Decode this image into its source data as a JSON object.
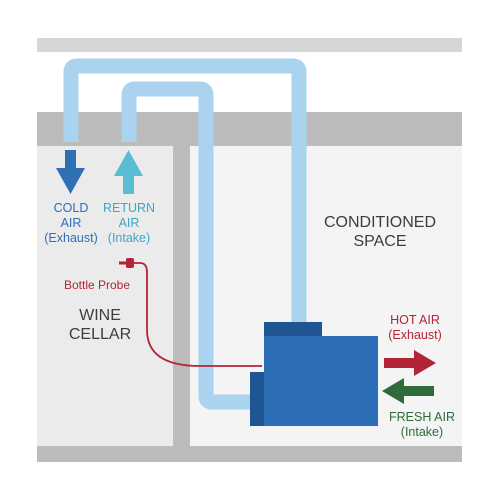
{
  "labels": {
    "cold_air": "COLD",
    "cold_air_2": "AIR",
    "cold_air_3": "(Exhaust)",
    "return_air": "RETURN",
    "return_air_2": "AIR",
    "return_air_3": "(Intake)",
    "conditioned_space": "CONDITIONED",
    "conditioned_space_2": "SPACE",
    "bottle_probe": "Bottle Probe",
    "wine_cellar": "WINE",
    "wine_cellar_2": "CELLAR",
    "hot_air": "HOT AIR",
    "hot_air_2": "(Exhaust)",
    "fresh_air": "FRESH AIR",
    "fresh_air_2": "(Intake)"
  },
  "colors": {
    "wall": "#bcbcbc",
    "wall_light": "#d6d6d6",
    "cellar_bg": "#ebebeb",
    "space_bg": "#f4f4f4",
    "duct": "#a9d3ee",
    "cold_arrow": "#2f6fb3",
    "return_arrow": "#5bbcd6",
    "unit_body": "#2c6fb6",
    "unit_dark": "#1e5592",
    "probe_wire": "#b32437",
    "hot_arrow": "#b32437",
    "fresh_arrow": "#2f6b3a"
  },
  "icons": [
    "cold-air-down-arrow-icon",
    "return-air-up-arrow-icon",
    "hot-air-right-arrow-icon",
    "fresh-air-left-arrow-icon",
    "bottle-probe-icon"
  ]
}
